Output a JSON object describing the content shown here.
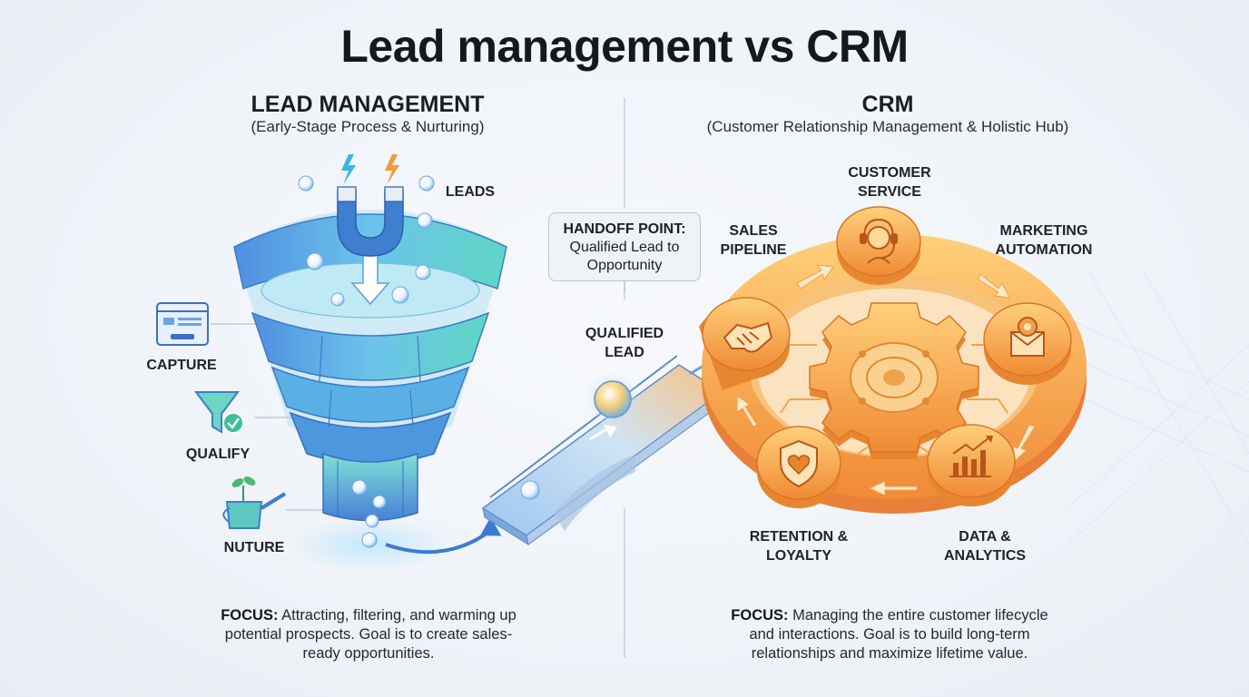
{
  "title": "Lead management vs CRM",
  "left": {
    "heading": "LEAD MANAGEMENT",
    "subheading": "(Early-Stage Process & Nurturing)",
    "leads_label": "LEADS",
    "steps": [
      {
        "label": "CAPTURE",
        "icon": "web-form-icon"
      },
      {
        "label": "QUALIFY",
        "icon": "filter-check-icon"
      },
      {
        "label": "NUTURE",
        "icon": "watering-can-icon"
      }
    ],
    "focus_label": "FOCUS:",
    "focus_text": "Attracting, filtering, and warming up potential prospects. Goal is to create sales-ready opportunities."
  },
  "handoff": {
    "title": "HANDOFF POINT:",
    "text": "Qualified Lead to Opportunity",
    "qualified_lead": "QUALIFIED LEAD"
  },
  "right": {
    "heading": "CRM",
    "subheading": "(Customer Relationship Management & Holistic Hub)",
    "nodes": [
      {
        "label": "CUSTOMER SERVICE",
        "icon": "headset-agent-icon"
      },
      {
        "label": "MARKETING AUTOMATION",
        "icon": "mail-gear-icon"
      },
      {
        "label": "DATA & ANALYTICS",
        "icon": "bar-chart-icon"
      },
      {
        "label": "RETENTION & LOYALTY",
        "icon": "shield-heart-icon"
      },
      {
        "label": "SALES PIPELINE",
        "icon": "handshake-icon"
      }
    ],
    "focus_label": "FOCUS:",
    "focus_text": "Managing the entire customer lifecycle and interactions. Goal is to build long-term relationships and maximize lifetime value."
  },
  "colors": {
    "funnel_blue": "#5aa9e6",
    "funnel_teal": "#5fd6c4",
    "crm_orange": "#f6a94a",
    "crm_dark_orange": "#e8862f",
    "text_dark": "#1b1d22"
  }
}
